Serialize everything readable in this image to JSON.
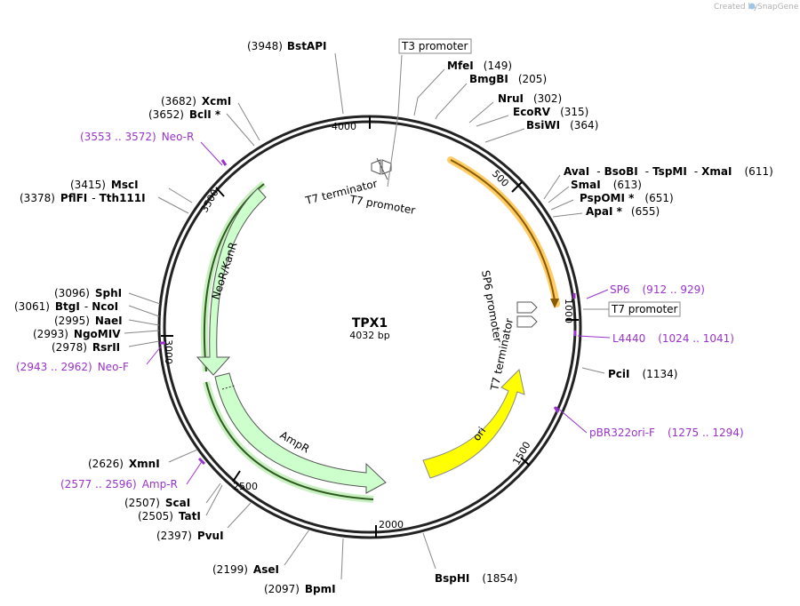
{
  "plasmid": {
    "name": "TPX1",
    "size": "4032 bp"
  },
  "credit": {
    "text": "Created by",
    "brand": "SnapGene"
  },
  "ticks": [
    "500",
    "1000",
    "1500",
    "2000",
    "2500",
    "3000",
    "3500",
    "4000"
  ],
  "sites": {
    "bstapi": {
      "pos": "(3948)",
      "name": "BstAPI"
    },
    "mfei": {
      "pos": "(149)",
      "name": "MfeI"
    },
    "bmgbi": {
      "pos": "(205)",
      "name": "BmgBI"
    },
    "nrui": {
      "pos": "(302)",
      "name": "NruI"
    },
    "ecorv": {
      "pos": "(315)",
      "name": "EcoRV"
    },
    "bsiwi": {
      "pos": "(364)",
      "name": "BsiWI"
    },
    "ava": {
      "pos": "(611)",
      "n1": "AvaI",
      "n2": "BsoBI",
      "n3": "TspMI",
      "n4": "XmaI"
    },
    "smai": {
      "pos": "(613)",
      "name": "SmaI"
    },
    "pspomi": {
      "pos": "(651)",
      "name": "PspOMI *"
    },
    "apai": {
      "pos": "(655)",
      "name": "ApaI *"
    },
    "pcii": {
      "pos": "(1134)",
      "name": "PciI"
    },
    "bsphi": {
      "pos": "(1854)",
      "name": "BspHI"
    },
    "bpmi": {
      "pos": "(2097)",
      "name": "BpmI"
    },
    "asei": {
      "pos": "(2199)",
      "name": "AseI"
    },
    "pvui": {
      "pos": "(2397)",
      "name": "PvuI"
    },
    "tati": {
      "pos": "(2505)",
      "name": "TatI"
    },
    "scai": {
      "pos": "(2507)",
      "name": "ScaI"
    },
    "xmni": {
      "pos": "(2626)",
      "name": "XmnI"
    },
    "rsrii": {
      "pos": "(2978)",
      "name": "RsrII"
    },
    "ngomiv": {
      "pos": "(2993)",
      "name": "NgoMIV"
    },
    "naei": {
      "pos": "(2995)",
      "name": "NaeI"
    },
    "btgi": {
      "pos": "(3061)",
      "n1": "BtgI",
      "n2": "NcoI"
    },
    "sphi": {
      "pos": "(3096)",
      "name": "SphI"
    },
    "pflfi": {
      "pos": "(3378)",
      "n1": "PflFI",
      "n2": "Tth111I"
    },
    "msci": {
      "pos": "(3415)",
      "name": "MscI"
    },
    "bcli": {
      "pos": "(3652)",
      "name": "BclI *"
    },
    "xcmi": {
      "pos": "(3682)",
      "name": "XcmI"
    }
  },
  "primers": {
    "neor": {
      "name": "Neo-R",
      "range": "(3553 .. 3572)"
    },
    "sp6": {
      "name": "SP6",
      "range": "(912 .. 929)"
    },
    "l4440": {
      "name": "L4440",
      "range": "(1024 .. 1041)"
    },
    "pbr": {
      "name": "pBR322ori-F",
      "range": "(1275 .. 1294)"
    },
    "ampr": {
      "name": "Amp-R",
      "range": "(2577 .. 2596)"
    },
    "neof": {
      "name": "Neo-F",
      "range": "(2943 .. 2962)"
    }
  },
  "boxed": {
    "t3": "T3 promoter",
    "t7": "T7 promoter"
  },
  "features": {
    "t7term_top": "T7 terminator",
    "t7prom_top": "T7 promoter",
    "sp6prom": "SP6 promoter",
    "t7term_right": "T7 terminator",
    "neokan": "NeoR/KanR",
    "ampr": "AmpR",
    "ori": "ori"
  },
  "colors": {
    "backbone": "#222222",
    "primer": "#9933cc",
    "resistance": "#ccffcc",
    "ori": "#ffff00",
    "orange": "#ff9900"
  }
}
